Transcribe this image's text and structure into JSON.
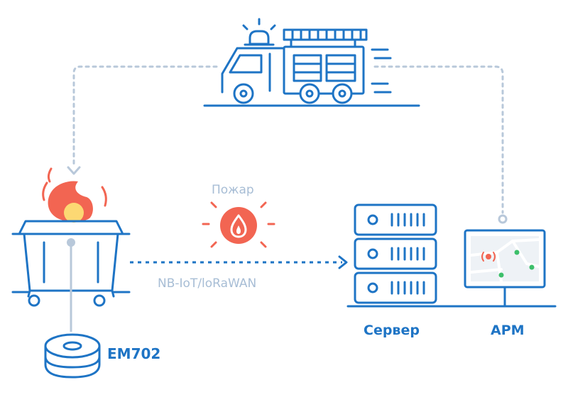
{
  "labels": {
    "fire": "Пожар",
    "protocol": "NB-IoT/loRaWAN",
    "server": "Сервер",
    "workstation": "АРМ",
    "sensor": "EM702"
  },
  "colors": {
    "primary": "#1e74c5",
    "dotted": "#b8c8da",
    "fire_red": "#f26552",
    "fire_yellow": "#fcd873",
    "map_green": "#3cbf6a",
    "label_muted": "#a7bdd5"
  },
  "icons": [
    "fire-truck-icon",
    "siren-icon",
    "waste-container-icon",
    "flame-icon",
    "fire-alert-icon",
    "server-icon",
    "monitor-map-icon",
    "sensor-puck-icon"
  ]
}
